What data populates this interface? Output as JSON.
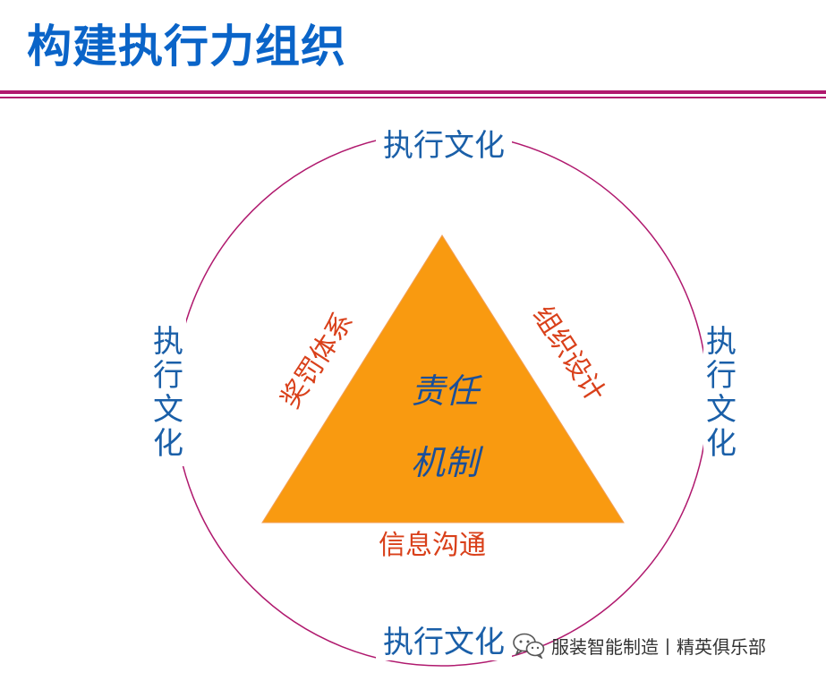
{
  "slide": {
    "title": "构建执行力组织"
  },
  "diagram": {
    "culture_label": "执行文化",
    "culture_chars": [
      "执",
      "行",
      "文",
      "化"
    ],
    "sides": {
      "left": "奖罚体系",
      "right": "组织设计",
      "bottom": "信息沟通"
    },
    "core": {
      "line1": "责任",
      "line2": "机制"
    },
    "colors": {
      "circle": "#b0196e",
      "triangle_fill": "#f99a10",
      "culture_text": "#1a5fa8",
      "side_text": "#d9401a",
      "core_text": "#1a4f99",
      "title": "#0a64c8"
    }
  },
  "watermark": {
    "icon": "wechat-chat-icon",
    "text": "服装智能制造丨精英俱乐部"
  }
}
